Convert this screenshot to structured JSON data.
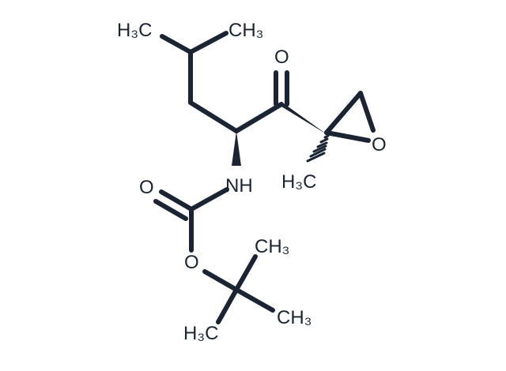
{
  "labels": {
    "ch3_top_left": "H₃C",
    "ch3_top_right": "CH₃",
    "ketone_o": "O",
    "epoxide_o": "O",
    "epoxide_ch3": "H₃C",
    "nh": "NH",
    "carbamate_o": "O",
    "ester_o": "O",
    "tbu_ch3_top": "CH₃",
    "tbu_ch3_right": "CH₃",
    "tbu_ch3_bottom": "H₃C"
  },
  "colors": {
    "bond": "#1a2433",
    "background": "#ffffff"
  }
}
